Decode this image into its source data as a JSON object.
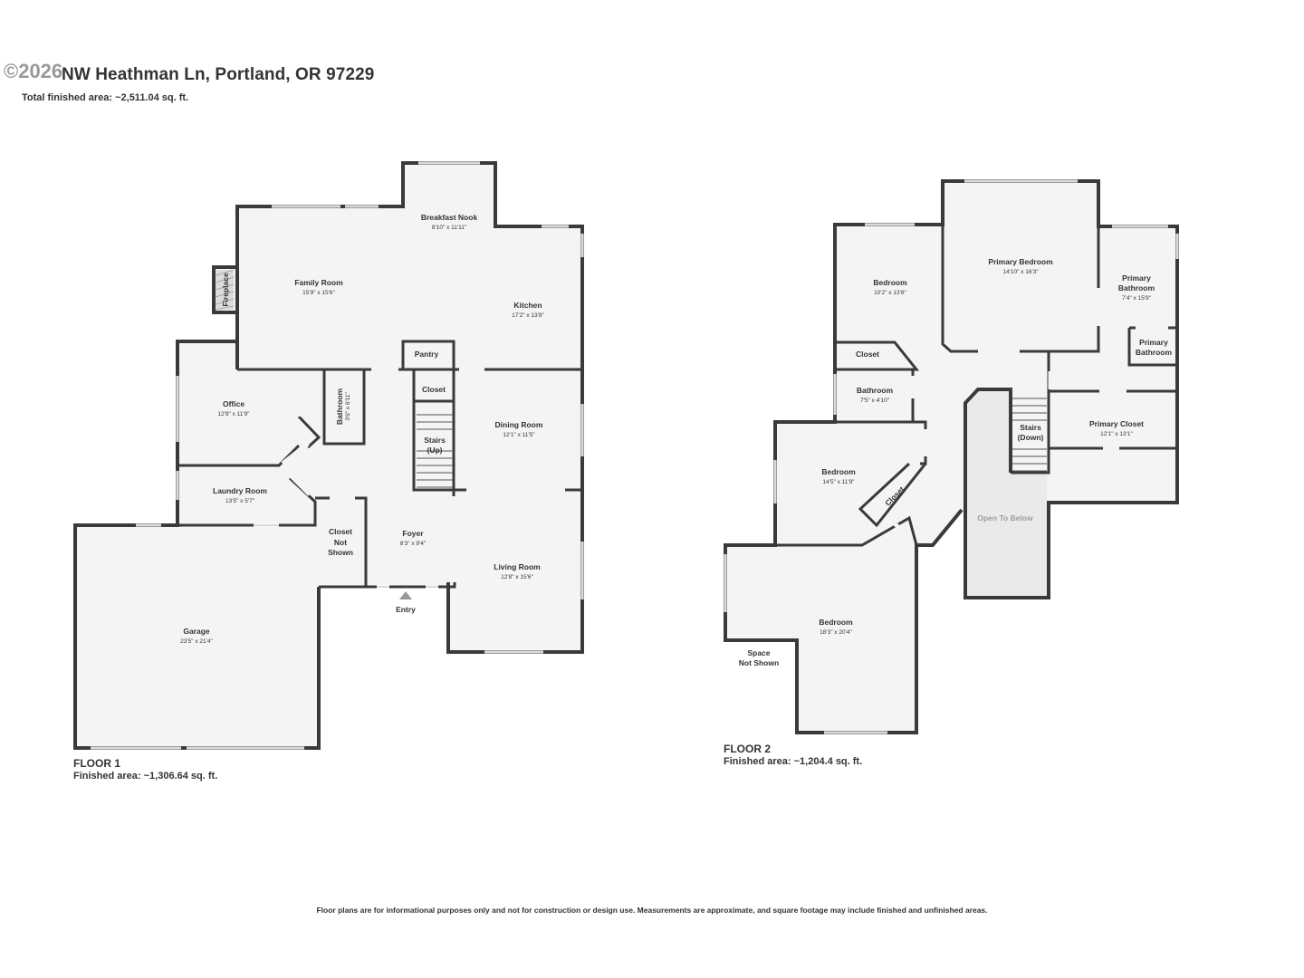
{
  "header": {
    "copyright": "©2026",
    "address": "NW Heathman Ln, Portland, OR 97229",
    "total_area": "Total finished area: ~2,511.04 sq. ft."
  },
  "floor1": {
    "title": "FLOOR 1",
    "area": "Finished area: ~1,306.64 sq. ft.",
    "rooms": {
      "breakfast_nook": {
        "name": "Breakfast Nook",
        "dims": "8'10\" x 11'11\""
      },
      "family_room": {
        "name": "Family Room",
        "dims": "15'9\" x 15'6\""
      },
      "kitchen": {
        "name": "Kitchen",
        "dims": "17'2\" x 13'8\""
      },
      "fireplace": {
        "name": "Fireplace"
      },
      "pantry": {
        "name": "Pantry"
      },
      "office": {
        "name": "Office",
        "dims": "12'9\" x 11'9\""
      },
      "bathroom": {
        "name": "Bathroom",
        "dims": "3'6\" x 6'11\""
      },
      "closet": {
        "name": "Closet"
      },
      "stairs": {
        "name": "Stairs",
        "sub": "(Up)"
      },
      "dining_room": {
        "name": "Dining Room",
        "dims": "12'1\" x 11'5\""
      },
      "laundry_room": {
        "name": "Laundry Room",
        "dims": "13'5\" x 5'7\""
      },
      "closet_not_shown": {
        "l1": "Closet",
        "l2": "Not",
        "l3": "Shown"
      },
      "foyer": {
        "name": "Foyer",
        "dims": "8'3\" x 9'4\""
      },
      "living_room": {
        "name": "Living Room",
        "dims": "12'8\" x 15'6\""
      },
      "garage": {
        "name": "Garage",
        "dims": "23'5\" x 21'4\""
      },
      "entry": {
        "name": "Entry"
      }
    }
  },
  "floor2": {
    "title": "FLOOR 2",
    "area": "Finished area: ~1,204.4 sq. ft.",
    "rooms": {
      "bedroom_a": {
        "name": "Bedroom",
        "dims": "10'2\" x 13'8\""
      },
      "primary_bedroom": {
        "name": "Primary Bedroom",
        "dims": "14'10\" x 16'3\""
      },
      "primary_bathroom": {
        "l1": "Primary",
        "l2": "Bathroom",
        "dims": "7'4\" x 15'9\""
      },
      "primary_bathroom_small": {
        "l1": "Primary",
        "l2": "Bathroom"
      },
      "closet_a": {
        "name": "Closet"
      },
      "bathroom": {
        "name": "Bathroom",
        "dims": "7'5\" x 4'10\""
      },
      "stairs": {
        "name": "Stairs",
        "sub": "(Down)"
      },
      "primary_closet": {
        "name": "Primary Closet",
        "dims": "12'1\" x 13'1\""
      },
      "bedroom_b": {
        "name": "Bedroom",
        "dims": "14'5\" x 11'9\""
      },
      "closet_b": {
        "name": "Closet"
      },
      "open_to_below": {
        "name": "Open To Below"
      },
      "bedroom_c": {
        "name": "Bedroom",
        "dims": "18'3\" x 20'4\""
      },
      "space_not_shown": {
        "l1": "Space",
        "l2": "Not Shown"
      }
    }
  },
  "disclaimer": "Floor plans are for informational purposes only and not for construction or design use. Measurements are approximate, and square footage may include finished and unfinished areas."
}
